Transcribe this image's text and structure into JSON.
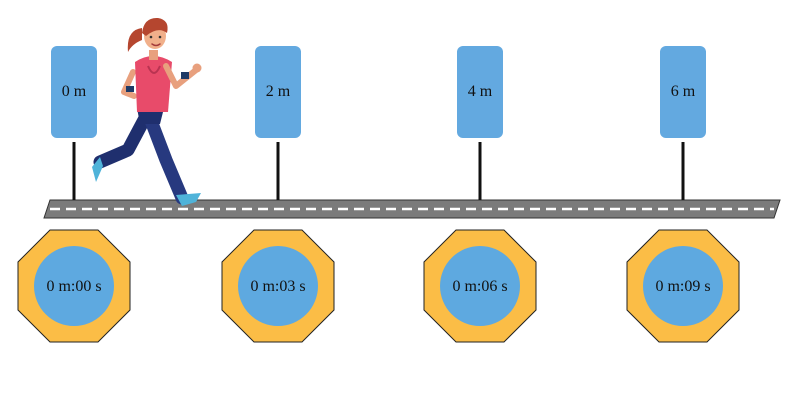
{
  "markers": [
    {
      "distance": "0 m",
      "time": "0 m:00 s"
    },
    {
      "distance": "2 m",
      "time": "0 m:03 s"
    },
    {
      "distance": "4 m",
      "time": "0 m:06 s"
    },
    {
      "distance": "6 m",
      "time": "0 m:09 s"
    }
  ],
  "colors": {
    "sign": "#63a9e0",
    "octagon": "#fbbd46",
    "clock_face": "#5ea9e0",
    "road": "#7b7b7b",
    "road_dash": "#ffffff",
    "pole": "#111111"
  },
  "icons": {
    "runner": "running-woman-icon"
  }
}
